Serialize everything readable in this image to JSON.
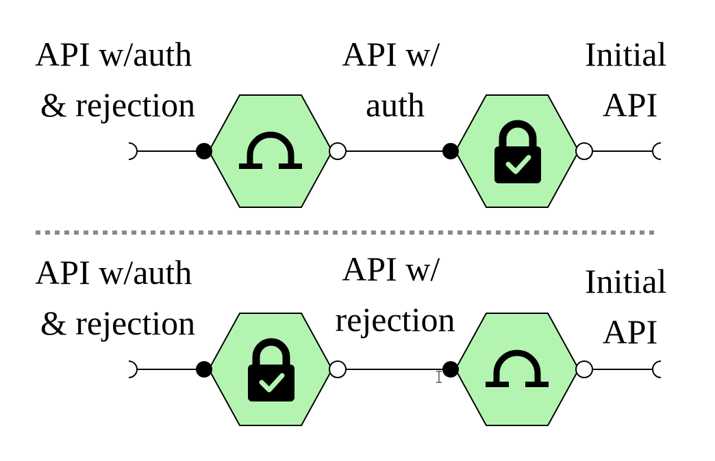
{
  "rows": [
    {
      "labels": {
        "left": [
          "API w/auth",
          "& rejection"
        ],
        "middle": [
          "API w/",
          "auth"
        ],
        "right": [
          "Initial",
          "API"
        ]
      },
      "nodes": [
        {
          "icon": "omega-icon"
        },
        {
          "icon": "lock-check-icon"
        }
      ]
    },
    {
      "labels": {
        "left": [
          "API w/auth",
          "& rejection"
        ],
        "middle": [
          "API w/",
          "rejection"
        ],
        "right": [
          "Initial",
          "API"
        ]
      },
      "nodes": [
        {
          "icon": "lock-check-icon"
        },
        {
          "icon": "omega-icon"
        }
      ]
    }
  ],
  "colors": {
    "hexagon_fill": "#b3f5b0",
    "stroke": "#000000",
    "divider": "#888888"
  }
}
